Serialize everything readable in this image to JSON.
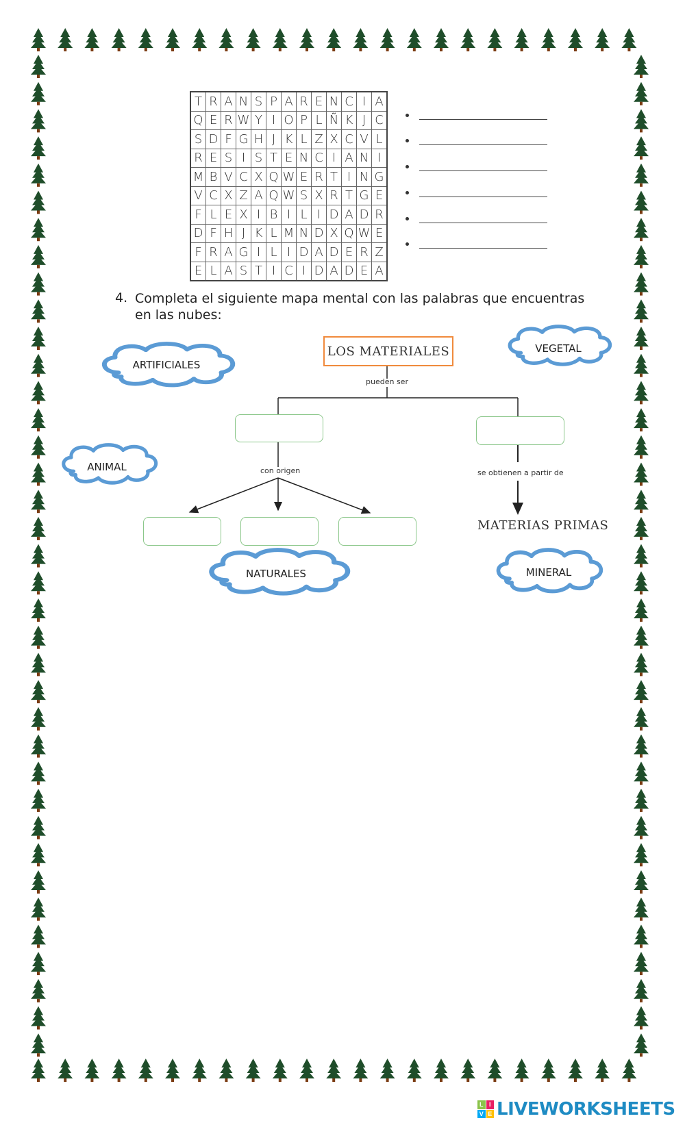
{
  "word_search": {
    "rows": [
      "TRANSPARENCIA",
      "QERWYIOPLÑKJC",
      "SDFGHJKLZXCVL",
      "RESISTENCIANI",
      "MBVCXQWERTING",
      "VCXZAQWSXRTGE",
      "FLEXIBILIDADR",
      "DFHJKLMNDXQWE",
      "FRAGILIDADERZ",
      "ELASTICIDADEA"
    ]
  },
  "answer_lines": [
    "",
    "",
    "",
    "",
    "",
    ""
  ],
  "instruction": {
    "number": "4.",
    "text": "Completa el siguiente mapa mental con las palabras que encuentras en las nubes:"
  },
  "mind_map": {
    "title": "LOS MATERIALES",
    "connector_top": "pueden ser",
    "connector_left": "con origen",
    "connector_right": "se obtienen a partir de",
    "bottom_right": "MATERIAS PRIMAS"
  },
  "clouds": {
    "artificiales": "ARTIFICIALES",
    "vegetal": "VEGETAL",
    "animal": "ANIMAL",
    "naturales": "NATURALES",
    "mineral": "MINERAL"
  },
  "colors": {
    "tree": "#1f4d2a",
    "trunk": "#7a3b12",
    "cloud": "#5b9bd5",
    "box": "#8bc78a",
    "title_border": "#f08a3c"
  },
  "watermark": {
    "logo_letters": [
      "L",
      "I",
      "V",
      "E"
    ],
    "text": "LIVEWORKSHEETS"
  }
}
